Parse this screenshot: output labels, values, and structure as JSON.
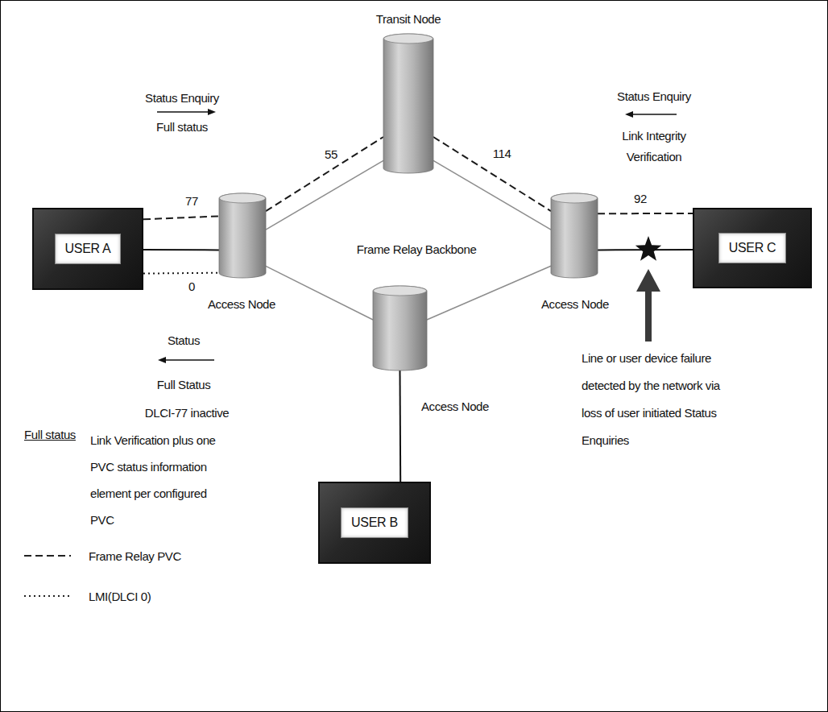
{
  "diagram": {
    "nodes": [
      {
        "text": [
          "USER A"
        ]
      },
      {
        "text": [
          "Access Node"
        ]
      },
      {
        "text": [
          "Transit Node"
        ]
      },
      {
        "text": [
          "Access Node"
        ]
      },
      {
        "text": [
          "USER C"
        ]
      },
      {
        "text": [
          "Access Node"
        ]
      },
      {
        "text": [
          "USER B"
        ]
      }
    ],
    "edges": [
      {
        "from": 0,
        "to": 1,
        "arrow": "none",
        "label": "77"
      },
      {
        "from": 0,
        "to": 1,
        "arrow": "none"
      },
      {
        "from": 0,
        "to": 1,
        "arrow": "none",
        "label": "0"
      },
      {
        "from": 1,
        "to": 2,
        "arrow": "none",
        "label": "55"
      },
      {
        "from": 1,
        "to": 2,
        "arrow": "none"
      },
      {
        "from": 2,
        "to": 3,
        "arrow": "none",
        "label": "114"
      },
      {
        "from": 2,
        "to": 3,
        "arrow": "none"
      },
      {
        "from": 3,
        "to": 4,
        "arrow": "none",
        "label": "92"
      },
      {
        "from": 3,
        "to": 4,
        "arrow": "none"
      },
      {
        "from": 1,
        "to": 5,
        "arrow": "none"
      },
      {
        "from": 3,
        "to": 5,
        "arrow": "none"
      },
      {
        "from": 5,
        "to": 6,
        "arrow": "none"
      }
    ],
    "labels": [
      "Status Enquiry",
      "Full status",
      "Status Enquiry",
      "Link Integrity Verification",
      "Frame Relay Backbone",
      "Status",
      "Full Status",
      "DLCI-77 inactive",
      "Line or user device failure detected by the network via loss of user initiated Status Enquiries",
      "Full status",
      "Link Verification plus one PVC status information element per configured PVC"
    ],
    "legend": [
      {
        "text": "Frame Relay PVC"
      },
      {
        "text": "LMI(DLCI 0)"
      }
    ]
  }
}
